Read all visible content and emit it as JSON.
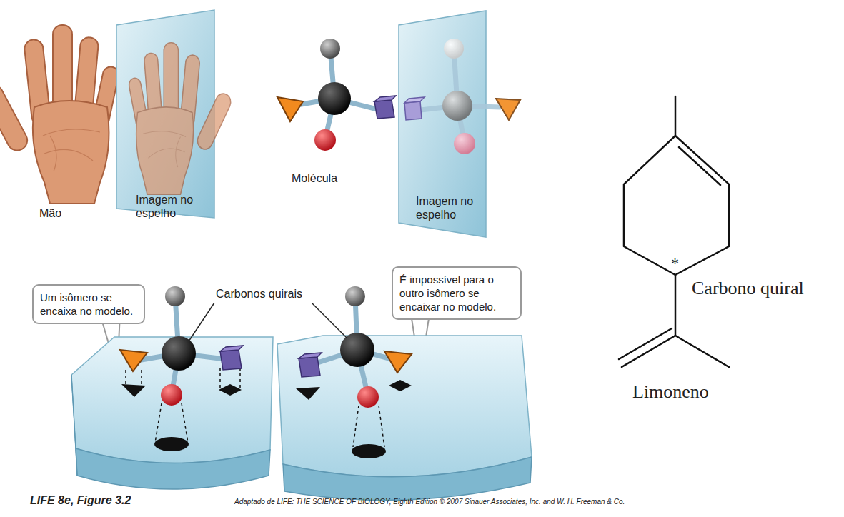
{
  "diagram": {
    "caption": "LIFE 8e, Figure 3.2",
    "nodes": [
      {
        "text": [
          "Um isômero se encaixa no modelo."
        ]
      },
      {
        "text": [
          "É impossível para o outro isômero se encaixar no modelo."
        ]
      }
    ],
    "labels": [
      "Mão",
      "Imagem no espelho",
      "Molécula",
      "Imagem no espelho",
      "Carbonos quirais",
      "Adaptado de LIFE: THE SCIENCE OF BIOLOGY, Eighth Edition © 2007 Sinauer Associates, Inc. and W. H. Freeman & Co.",
      "*",
      "Carbono quiral",
      "Limoneno"
    ]
  }
}
